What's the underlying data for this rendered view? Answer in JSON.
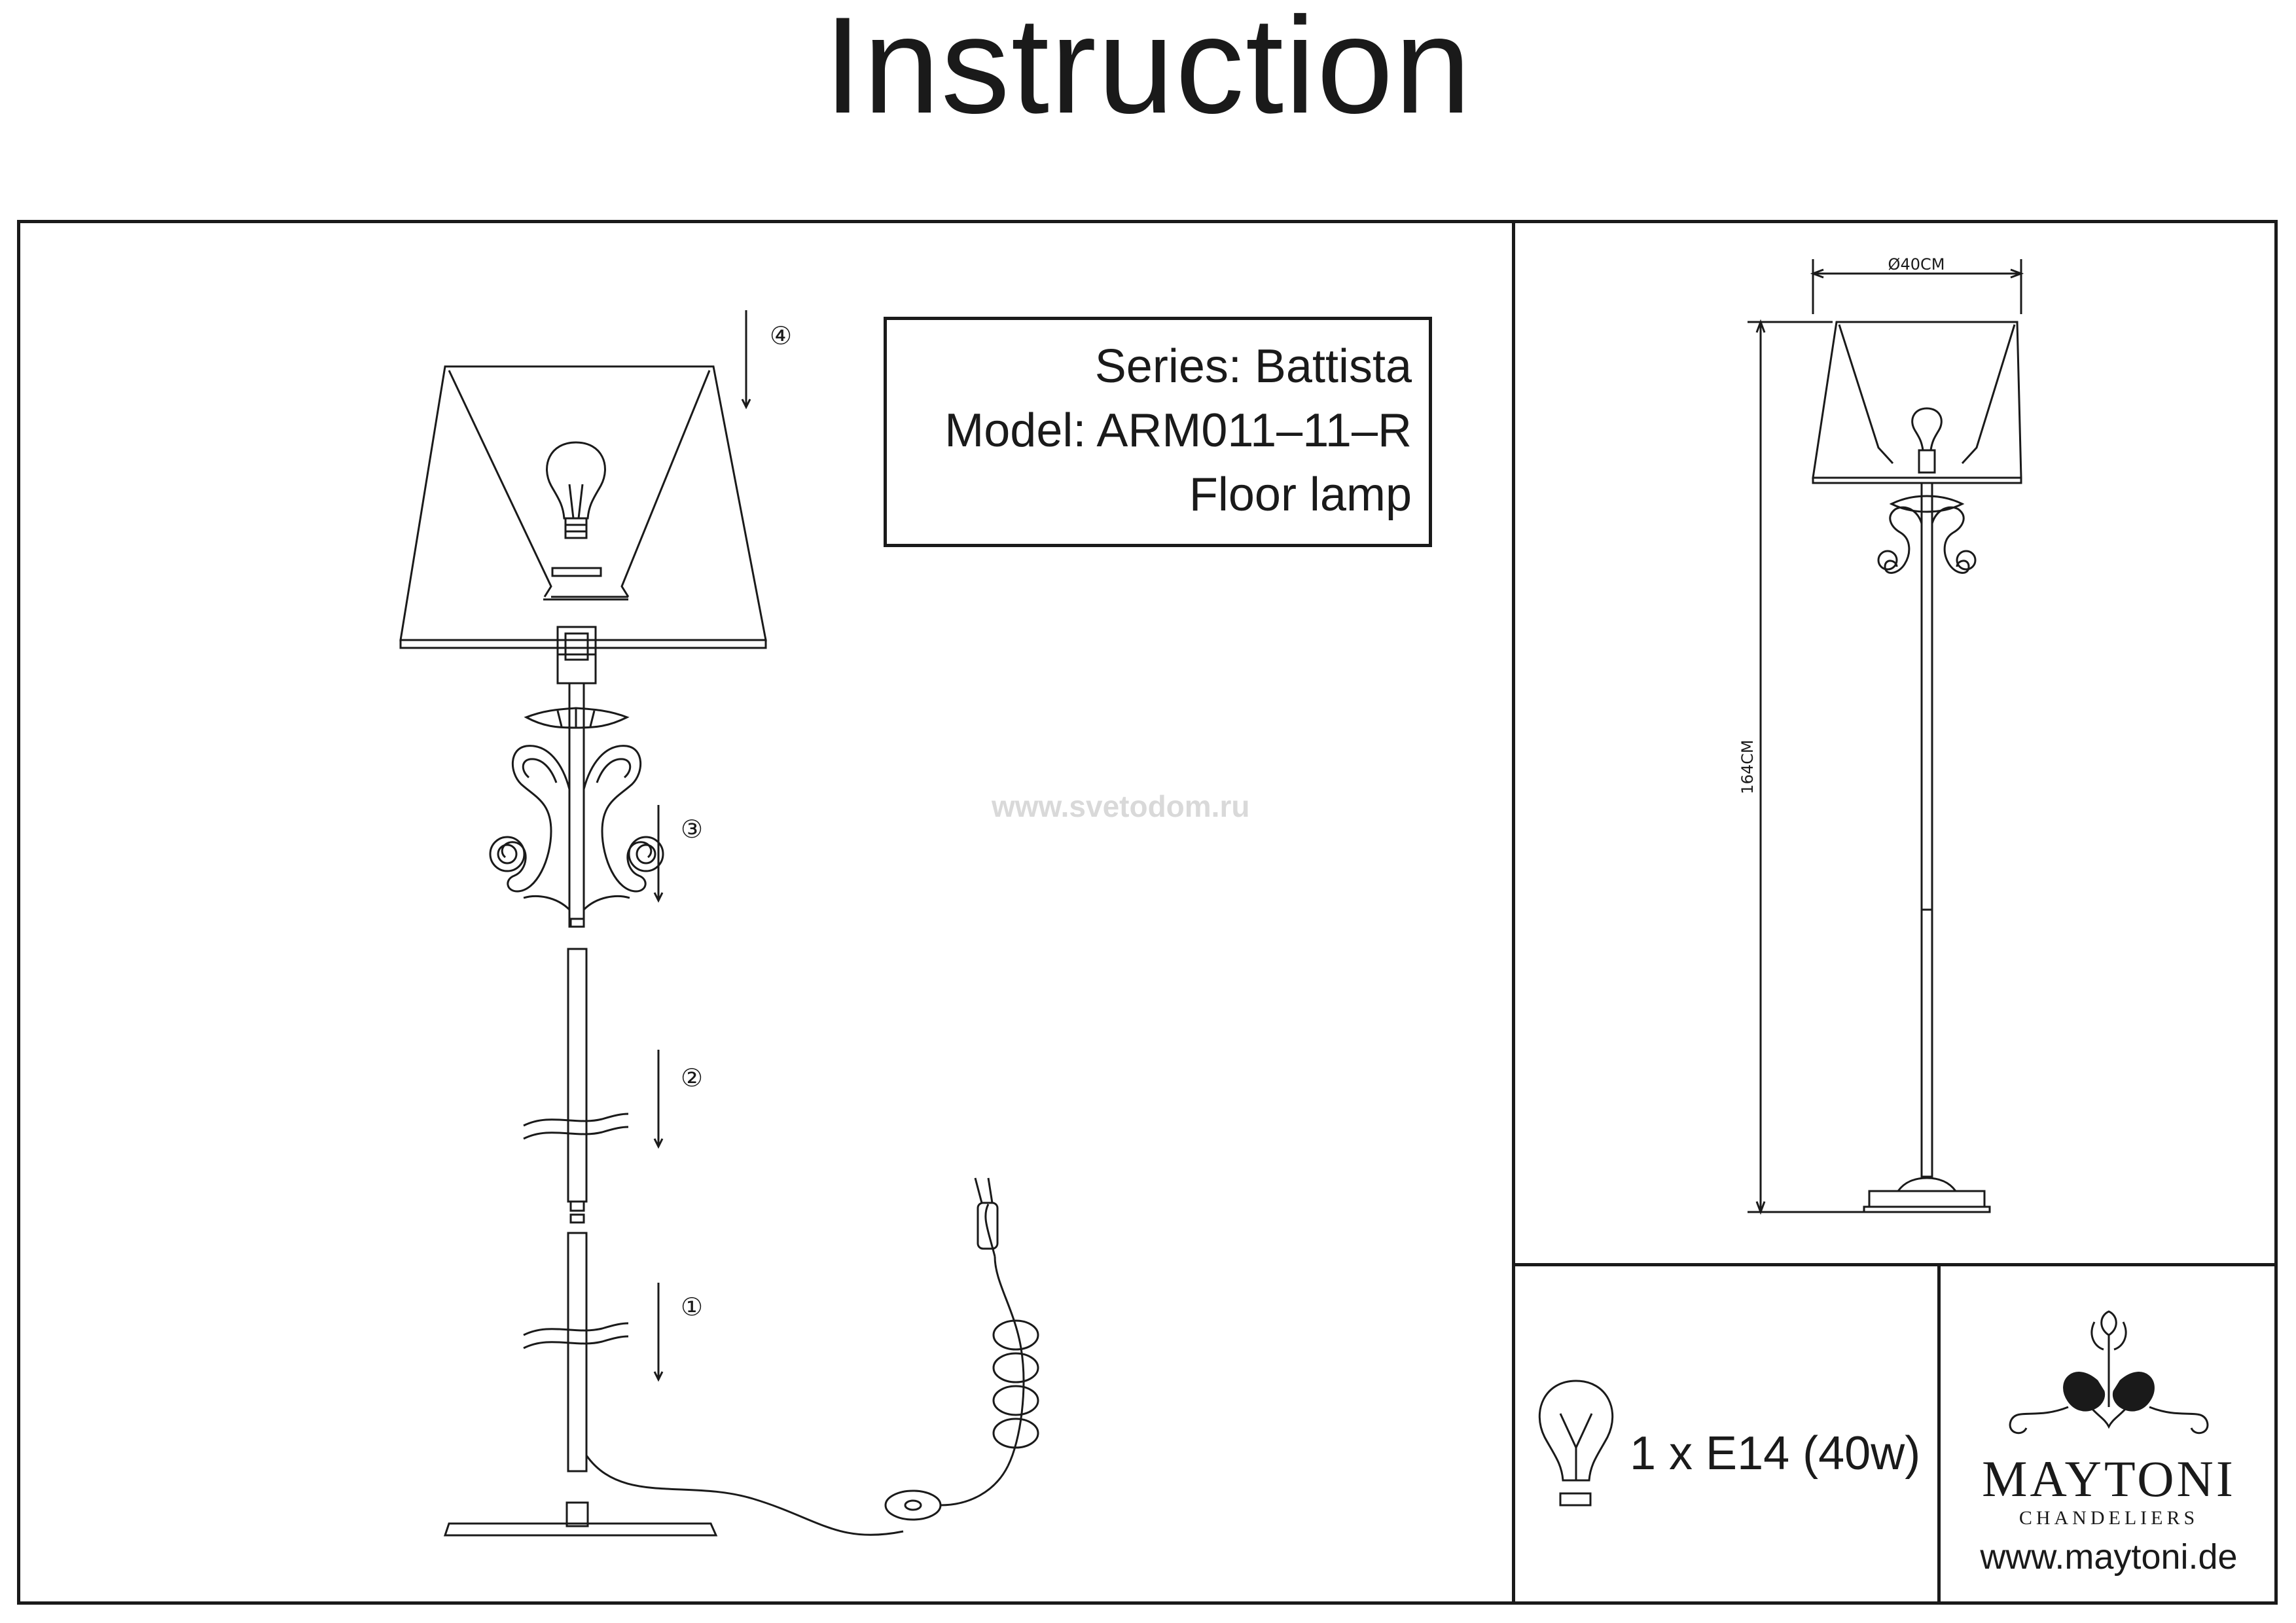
{
  "header": {
    "title": "Instruction"
  },
  "info": {
    "series": "Series: Battista",
    "model": "Model: ARM011–11–R",
    "type": "Floor lamp"
  },
  "watermark": "www.svetodom.ru",
  "steps": [
    "④",
    "③",
    "②",
    "①"
  ],
  "dimensions": {
    "diameter": "Ø40CM",
    "height": "164CM"
  },
  "bulb": {
    "spec": "1 x E14 (40w)"
  },
  "brand": {
    "name": "MAYTONI",
    "subtitle": "CHANDELIERS",
    "website": "www.maytoni.de"
  }
}
